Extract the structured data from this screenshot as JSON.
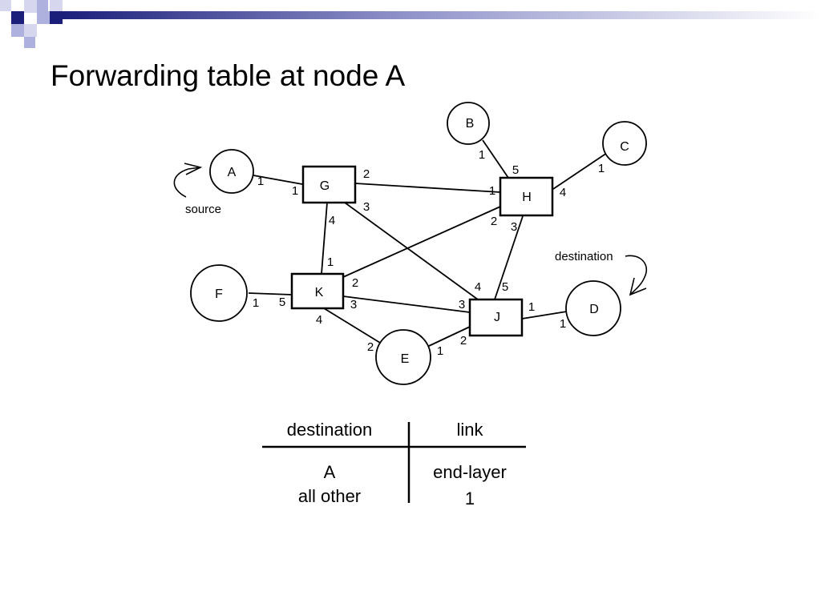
{
  "slide": {
    "title": "Forwarding table at node A",
    "header_colors": {
      "navy": "#1b1f7a",
      "lavender": "#aeb0dd",
      "pale": "#d6d7ee"
    }
  },
  "diagram": {
    "nodes": {
      "A": "A",
      "B": "B",
      "C": "C",
      "D": "D",
      "E": "E",
      "F": "F",
      "G": "G",
      "H": "H",
      "J": "J",
      "K": "K"
    },
    "annotations": {
      "source": "source",
      "destination": "destination"
    },
    "ports": {
      "A_G_a": "1",
      "A_G_g": "1",
      "G_H_g": "2",
      "G_H_h": "1",
      "G_J_g": "3",
      "G_J_j": "4",
      "G_K_g": "4",
      "G_K_k": "1",
      "B_H_b": "1",
      "B_H_h": "5",
      "C_H_c": "1",
      "C_H_h": "4",
      "H_K_h": "2",
      "H_K_k": "2",
      "H_J_h": "3",
      "H_J_j": "5",
      "F_K_f": "1",
      "F_K_k": "5",
      "K_J_k": "3",
      "K_J_j": "3",
      "K_E_k": "4",
      "K_E_e": "2",
      "E_J_e": "1",
      "E_J_j": "2",
      "J_D_j": "1",
      "J_D_d": "1"
    }
  },
  "forwarding_table": {
    "headers": {
      "destination": "destination",
      "link": "link"
    },
    "rows": [
      {
        "destination": "A",
        "link": "end-layer"
      },
      {
        "destination": "all other",
        "link": "1"
      }
    ]
  }
}
